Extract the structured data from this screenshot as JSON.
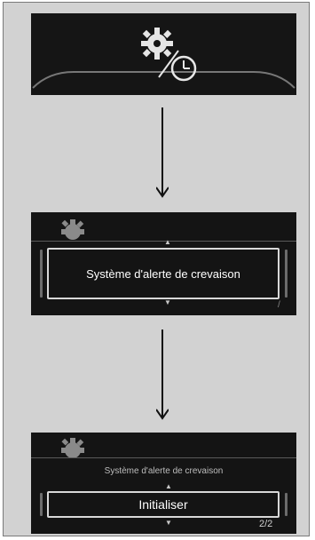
{
  "screen1": {
    "icon": "gear-clock-icon"
  },
  "screen2": {
    "icon": "gear-icon",
    "scroll_up": "▲",
    "selected_item": "Système d'alerte de crevaison",
    "scroll_down": "▼",
    "page_indicator": "/"
  },
  "screen3": {
    "icon": "gear-icon",
    "title": "Système d'alerte de crevaison",
    "scroll_up": "▲",
    "selected_item": "Initialiser",
    "scroll_down": "▼",
    "page_indicator": "2/2"
  },
  "arrows": [
    "down-arrow-icon",
    "down-arrow-icon"
  ],
  "colors": {
    "panel_bg": "#d2d2d2",
    "screen_bg": "#141414",
    "text": "#ffffff"
  }
}
